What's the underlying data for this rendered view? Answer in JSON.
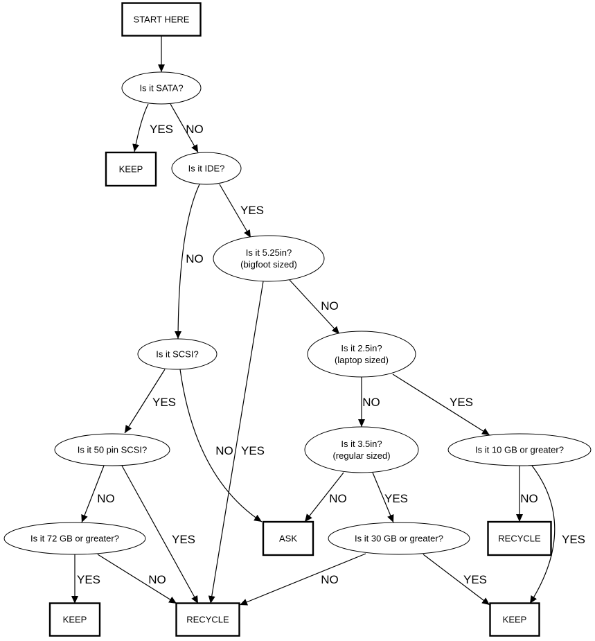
{
  "nodes": {
    "start": {
      "label": [
        "START HERE"
      ],
      "shape": "box"
    },
    "sata": {
      "label": [
        "Is it SATA?"
      ],
      "shape": "ellipse"
    },
    "keep1": {
      "label": [
        "KEEP"
      ],
      "shape": "box"
    },
    "ide": {
      "label": [
        "Is it IDE?"
      ],
      "shape": "ellipse"
    },
    "q525": {
      "label": [
        "Is it 5.25in?",
        "(bigfoot sized)"
      ],
      "shape": "ellipse"
    },
    "scsi": {
      "label": [
        "Is it SCSI?"
      ],
      "shape": "ellipse"
    },
    "q25": {
      "label": [
        "Is it 2.5in?",
        "(laptop sized)"
      ],
      "shape": "ellipse"
    },
    "pin50": {
      "label": [
        "Is it 50 pin SCSI?"
      ],
      "shape": "ellipse"
    },
    "q35": {
      "label": [
        "Is it 3.5in?",
        "(regular sized)"
      ],
      "shape": "ellipse"
    },
    "gb10": {
      "label": [
        "Is it 10 GB or greater?"
      ],
      "shape": "ellipse"
    },
    "gb72": {
      "label": [
        "Is it 72 GB or greater?"
      ],
      "shape": "ellipse"
    },
    "ask": {
      "label": [
        "ASK"
      ],
      "shape": "box"
    },
    "gb30": {
      "label": [
        "Is it 30 GB or greater?"
      ],
      "shape": "ellipse"
    },
    "recycle1": {
      "label": [
        "RECYCLE"
      ],
      "shape": "box"
    },
    "keep2": {
      "label": [
        "KEEP"
      ],
      "shape": "box"
    },
    "recycle2": {
      "label": [
        "RECYCLE"
      ],
      "shape": "box"
    },
    "keep3": {
      "label": [
        "KEEP"
      ],
      "shape": "box"
    }
  },
  "edges": [
    {
      "from": "start",
      "to": "sata",
      "label": ""
    },
    {
      "from": "sata",
      "to": "keep1",
      "label": "YES"
    },
    {
      "from": "sata",
      "to": "ide",
      "label": "NO"
    },
    {
      "from": "ide",
      "to": "q525",
      "label": "YES"
    },
    {
      "from": "ide",
      "to": "scsi",
      "label": "NO"
    },
    {
      "from": "q525",
      "to": "recycle2",
      "label": "YES"
    },
    {
      "from": "q525",
      "to": "q25",
      "label": "NO"
    },
    {
      "from": "scsi",
      "to": "pin50",
      "label": "YES"
    },
    {
      "from": "scsi",
      "to": "ask",
      "label": "NO"
    },
    {
      "from": "q25",
      "to": "q35",
      "label": "NO"
    },
    {
      "from": "q25",
      "to": "gb10",
      "label": "YES"
    },
    {
      "from": "pin50",
      "to": "gb72",
      "label": "NO"
    },
    {
      "from": "pin50",
      "to": "recycle2",
      "label": "YES"
    },
    {
      "from": "q35",
      "to": "ask",
      "label": "NO"
    },
    {
      "from": "q35",
      "to": "gb30",
      "label": "YES"
    },
    {
      "from": "gb10",
      "to": "recycle1",
      "label": "NO"
    },
    {
      "from": "gb10",
      "to": "keep3",
      "label": "YES"
    },
    {
      "from": "gb72",
      "to": "keep2",
      "label": "YES"
    },
    {
      "from": "gb72",
      "to": "recycle2",
      "label": "NO"
    },
    {
      "from": "gb30",
      "to": "recycle2",
      "label": "NO"
    },
    {
      "from": "gb30",
      "to": "keep3",
      "label": "YES"
    }
  ]
}
